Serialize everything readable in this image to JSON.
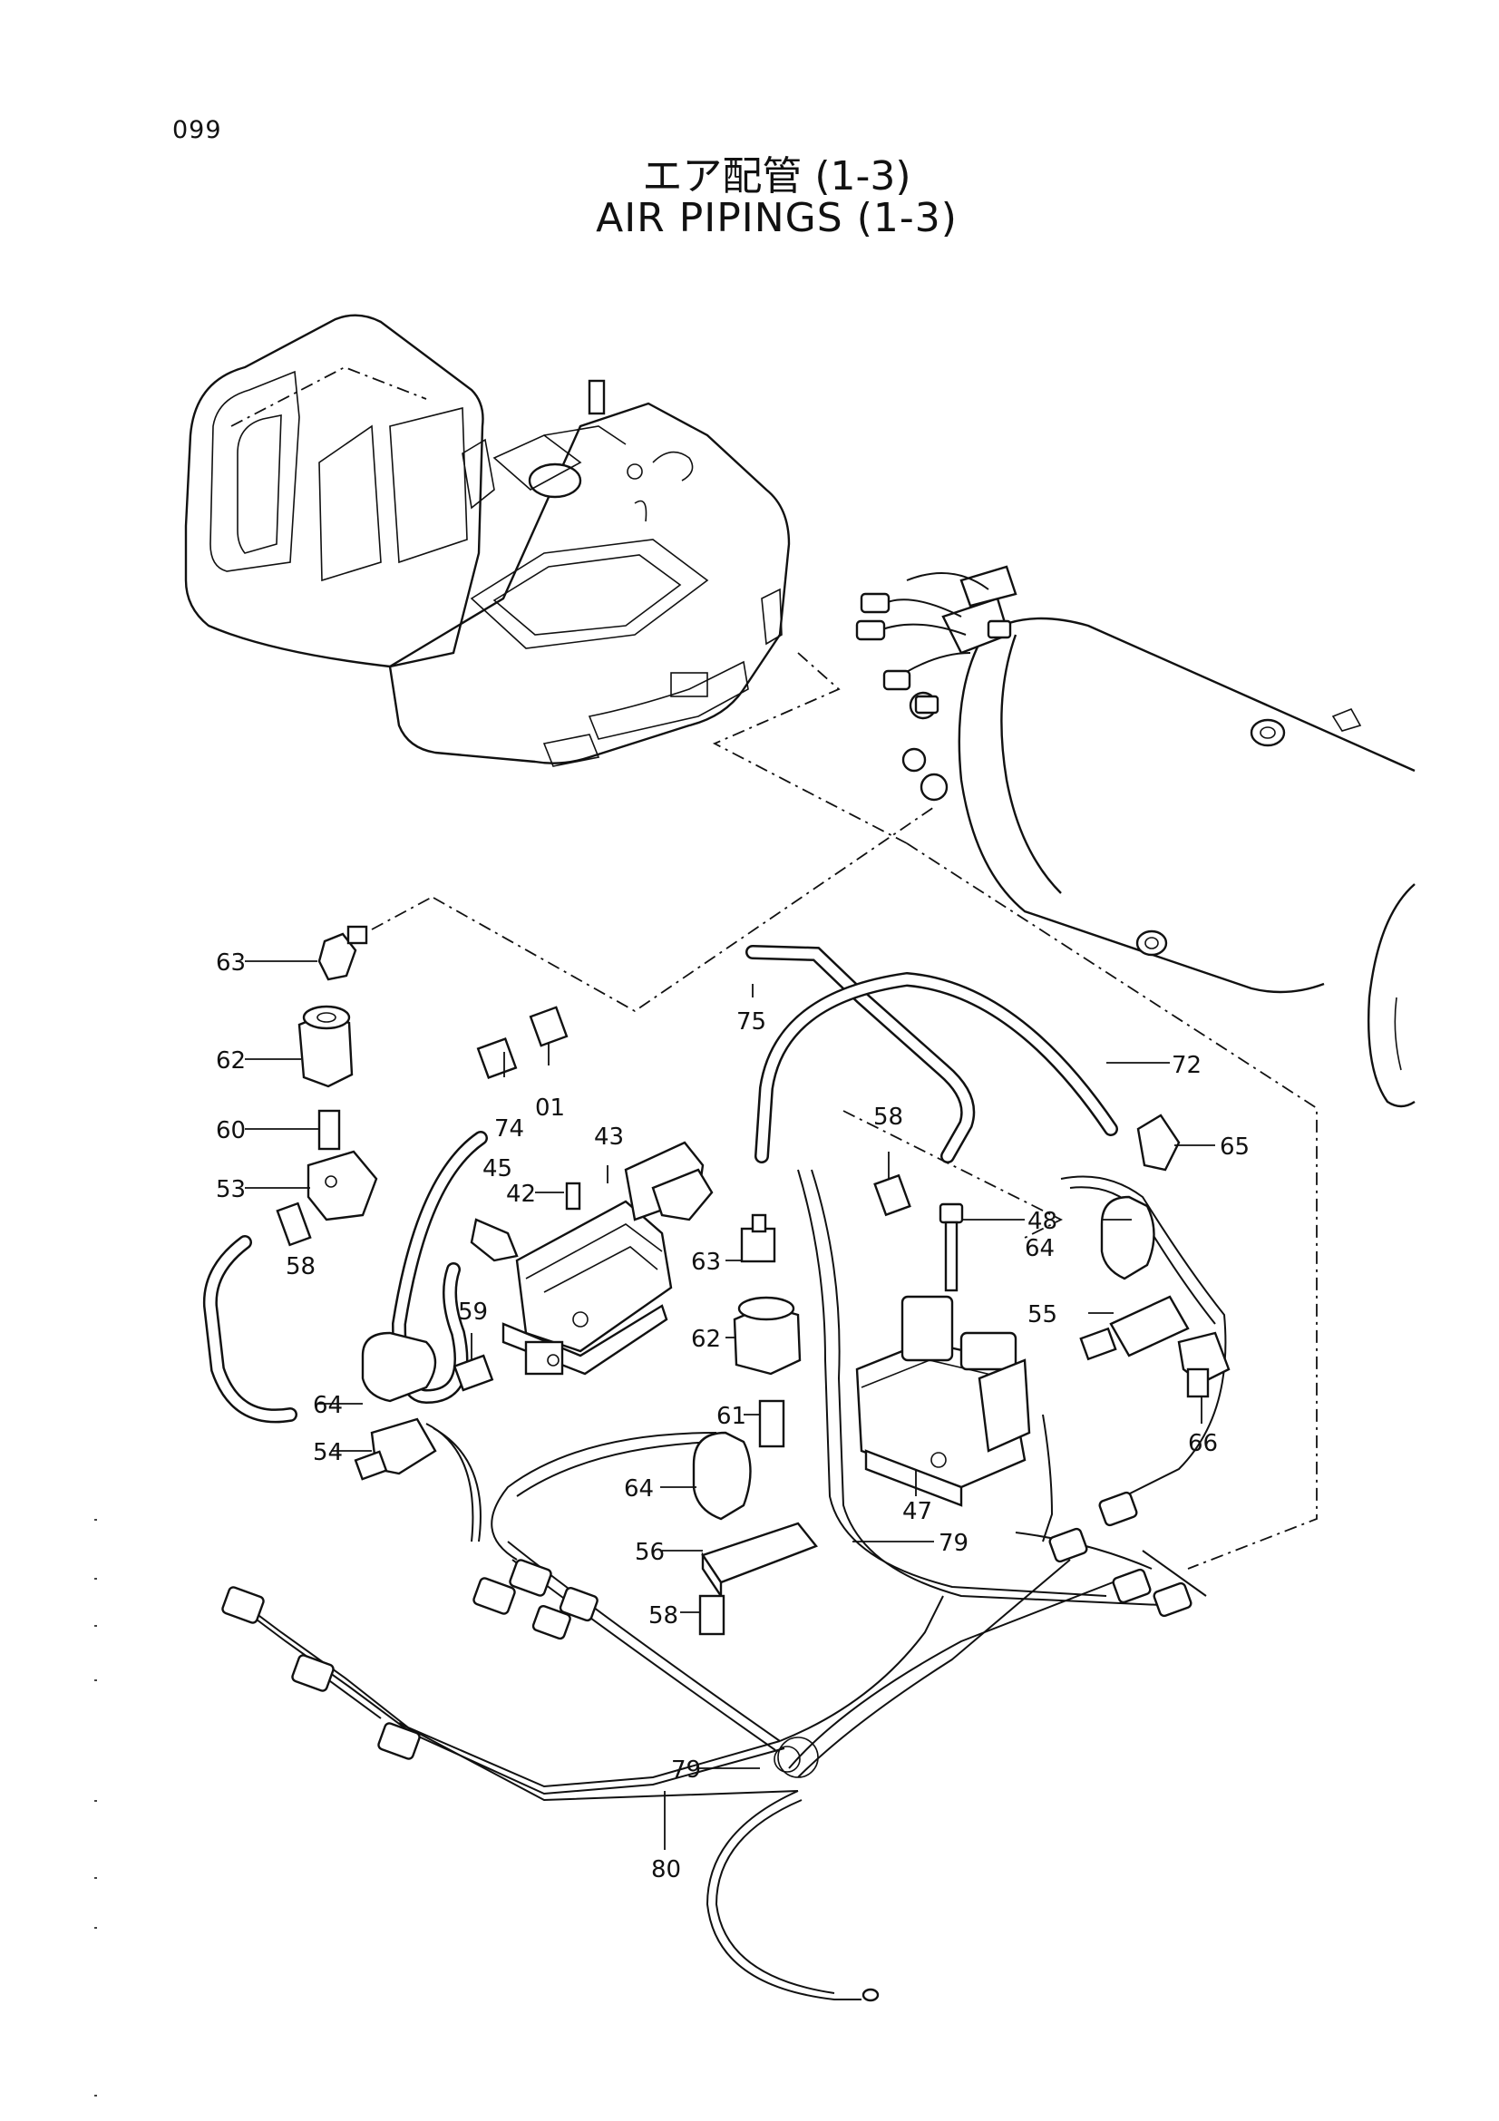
{
  "page_number": "099",
  "title_ja": "エア配管 (1-3)",
  "title_en": "AIR PIPINGS (1-3)",
  "callouts": {
    "c63a": "63",
    "c62a": "62",
    "c60": "60",
    "c53": "53",
    "c58a": "58",
    "c74": "74",
    "c01": "01",
    "c75": "75",
    "c72": "72",
    "c43": "43",
    "c45": "45",
    "c42": "42",
    "c58b": "58",
    "c65": "65",
    "c48": "48",
    "c64a": "64",
    "c63b": "63",
    "c55": "55",
    "c62b": "62",
    "c59": "59",
    "c64b": "64",
    "c54": "54",
    "c61": "61",
    "c66": "66",
    "c64c": "64",
    "c47": "47",
    "c56": "56",
    "c79a": "79",
    "c58c": "58",
    "c79b": "79",
    "c80": "80"
  }
}
